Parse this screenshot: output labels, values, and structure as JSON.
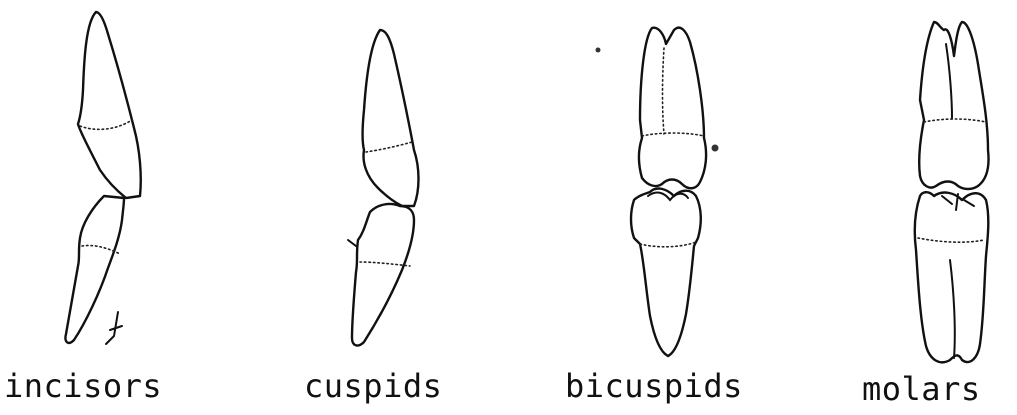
{
  "labels": {
    "incisors": "incisors",
    "cuspids": "cuspids",
    "bicuspids": "bicuspids",
    "molars": "molars"
  },
  "colors": {
    "line": "#111111",
    "background": "#ffffff"
  }
}
